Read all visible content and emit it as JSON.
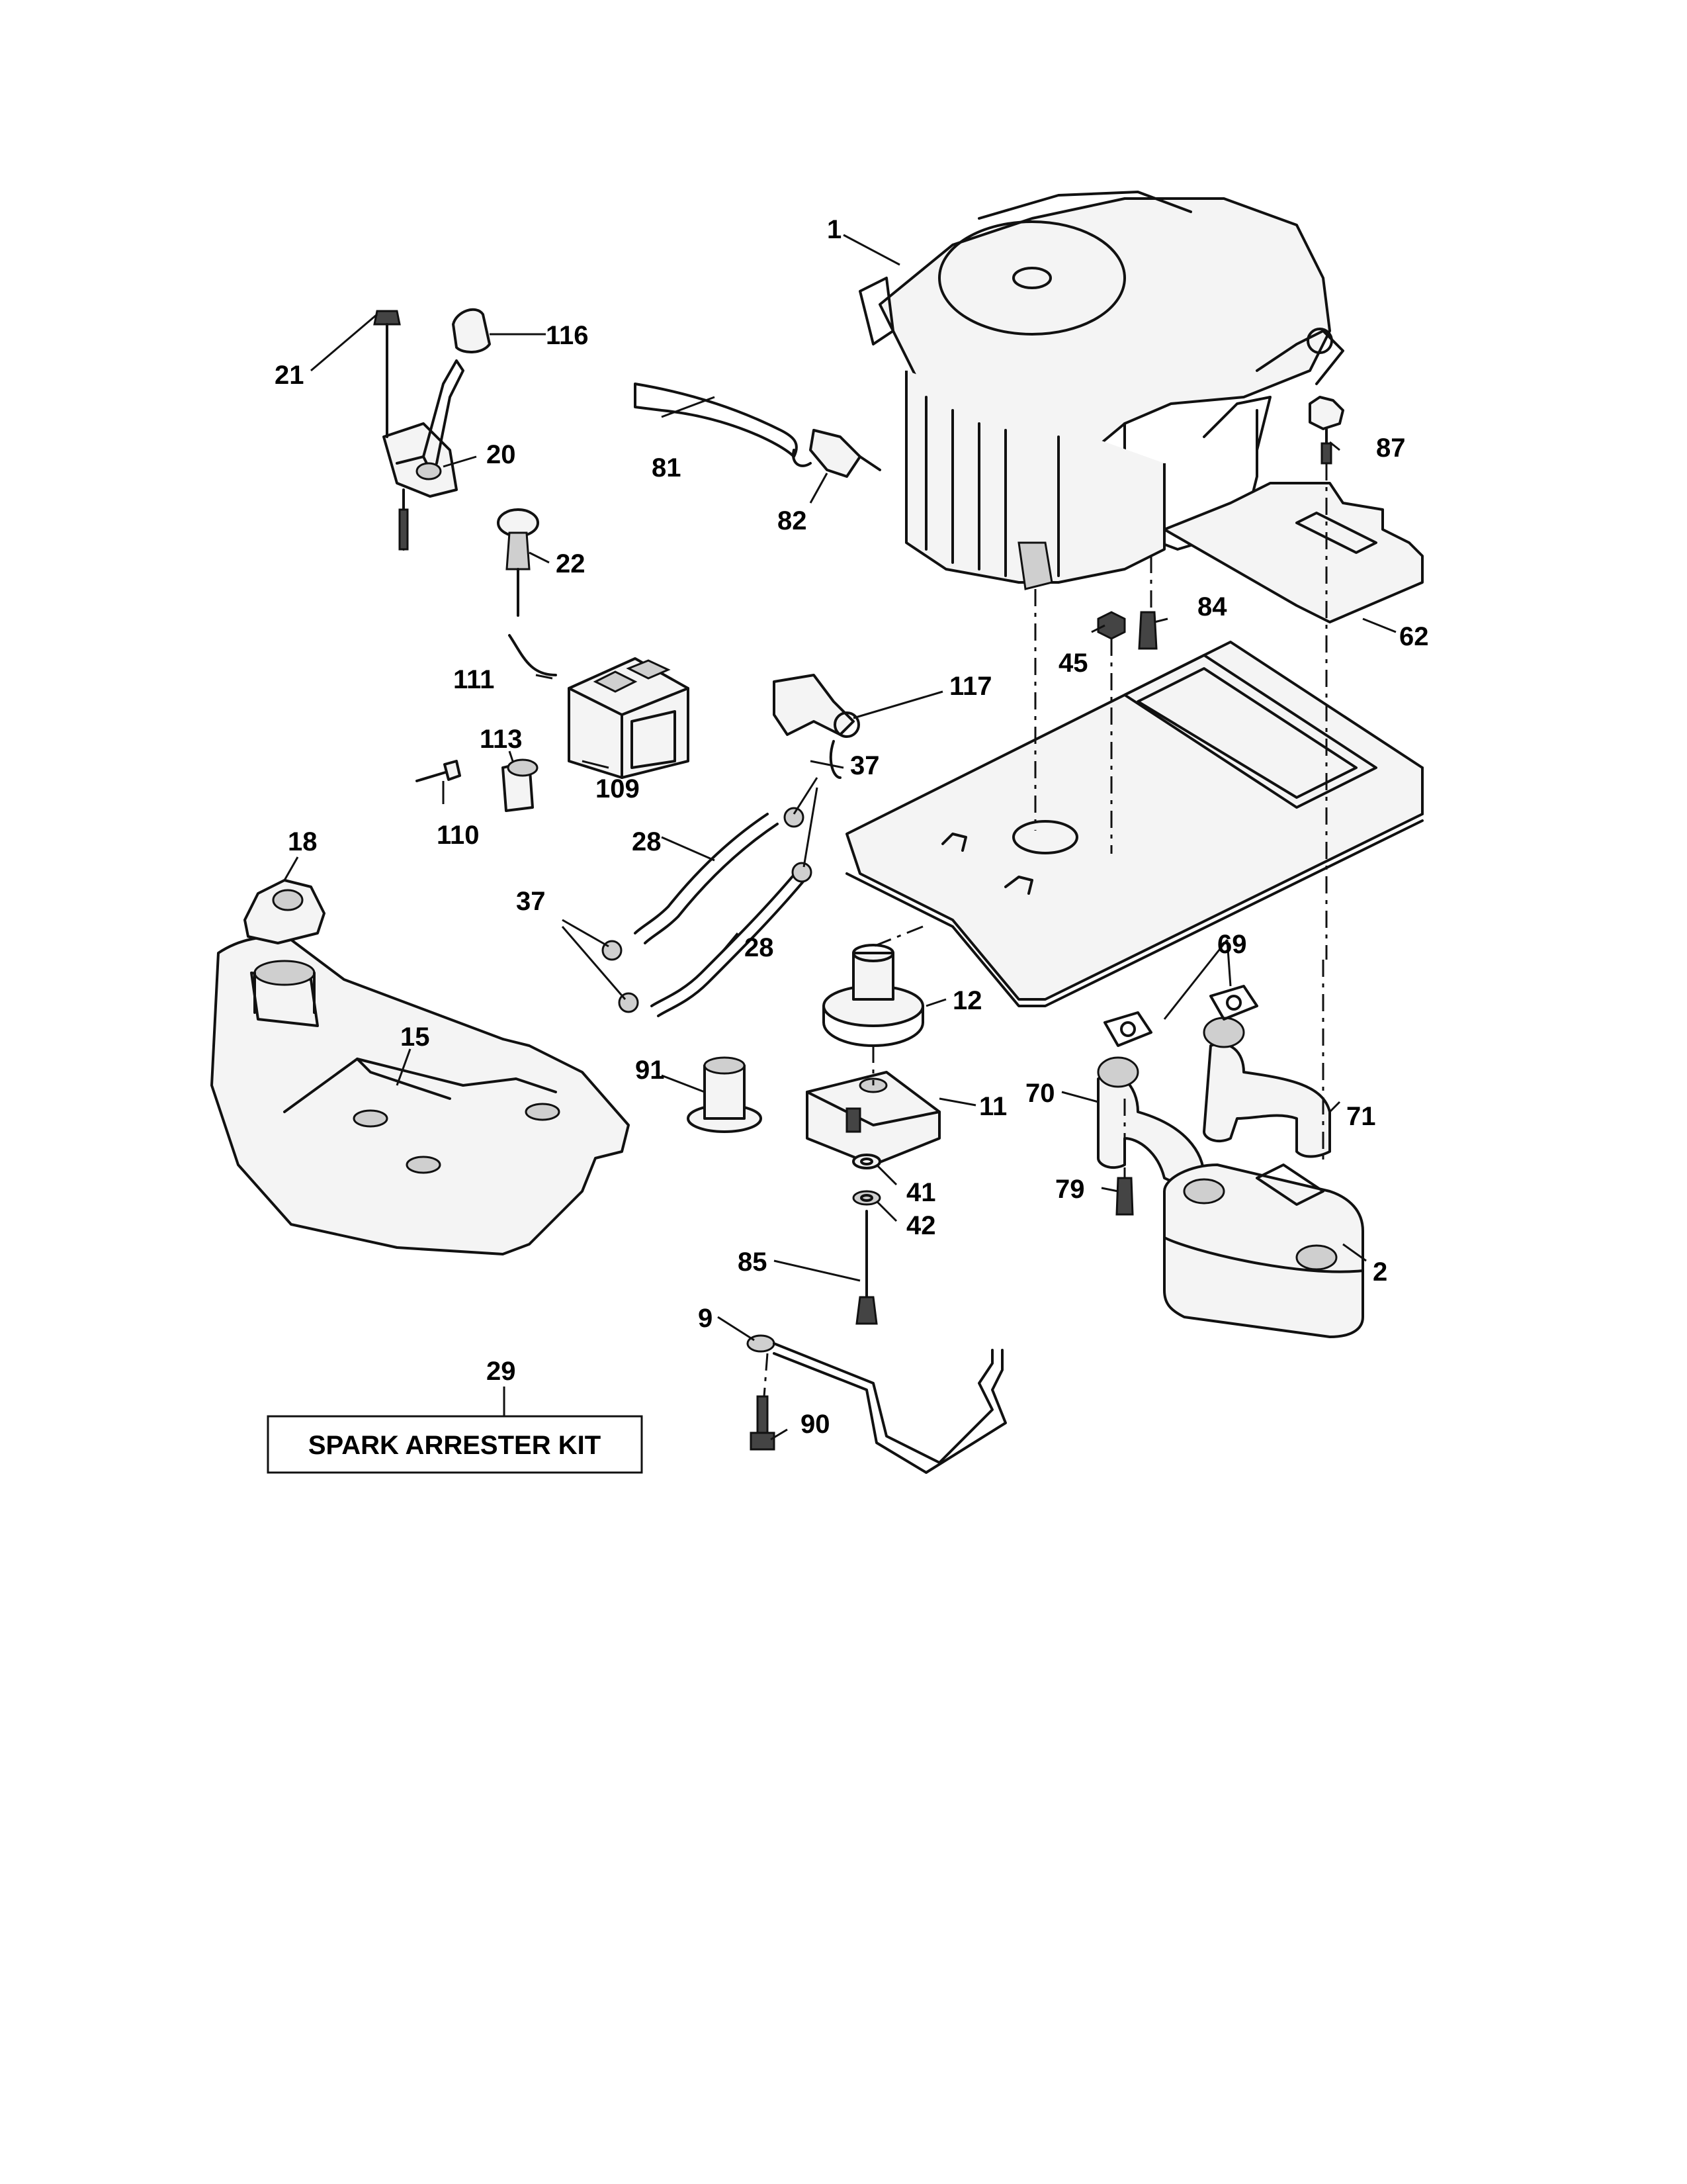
{
  "callouts": {
    "c1": "1",
    "c2": "2",
    "c9": "9",
    "c11": "11",
    "c12": "12",
    "c15": "15",
    "c18": "18",
    "c20": "20",
    "c21": "21",
    "c22": "22",
    "c28a": "28",
    "c28b": "28",
    "c29": "29",
    "c37a": "37",
    "c37b": "37",
    "c41": "41",
    "c42": "42",
    "c45": "45",
    "c62": "62",
    "c69": "69",
    "c70": "70",
    "c71": "71",
    "c79": "79",
    "c81": "81",
    "c82": "82",
    "c84": "84",
    "c85": "85",
    "c87": "87",
    "c90": "90",
    "c91": "91",
    "c109": "109",
    "c110": "110",
    "c111": "111",
    "c113": "113",
    "c116": "116",
    "c117": "117"
  },
  "kit": {
    "label": "SPARK ARRESTER KIT"
  }
}
